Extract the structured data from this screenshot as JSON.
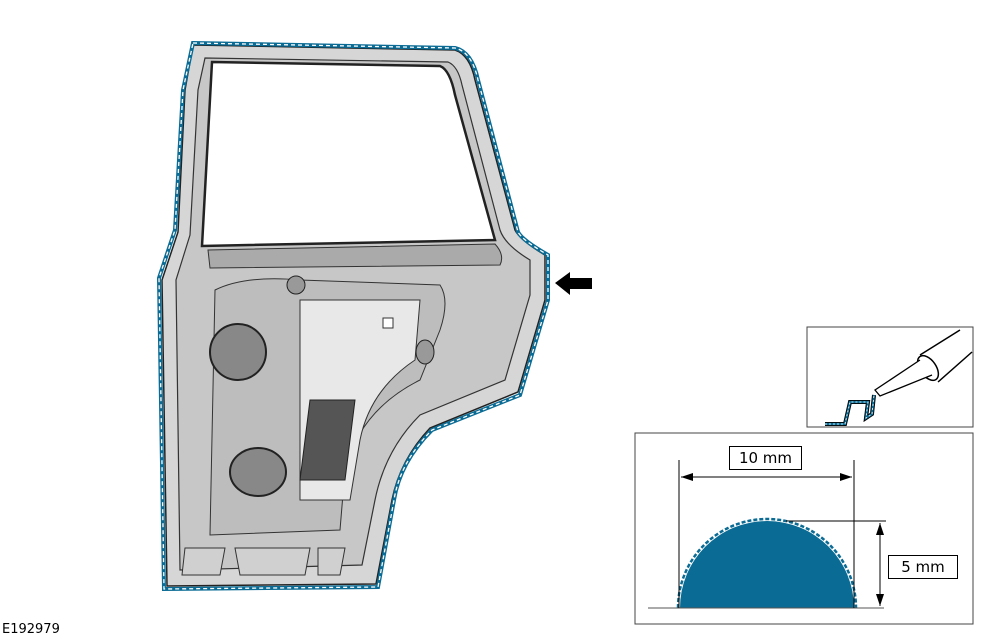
{
  "figure_id": "E192979",
  "dimensions": {
    "width_label": "10 mm",
    "height_label": "5 mm"
  },
  "colors": {
    "sealer": "#0a6b94",
    "door_panel": "#d9d9d9",
    "outline": "#000000"
  },
  "icons": [
    "rear-door-panel",
    "direction-arrow",
    "sealer-gun-nozzle",
    "sealer-bead-cross-section"
  ]
}
